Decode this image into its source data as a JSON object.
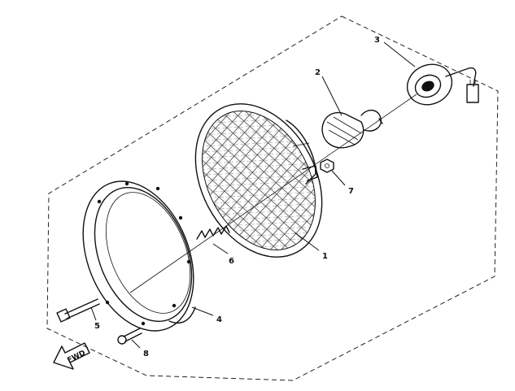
{
  "callouts": {
    "c1": "1",
    "c2": "2",
    "c3": "3",
    "c4": "4",
    "c5": "5",
    "c6": "6",
    "c7": "7",
    "c8": "8"
  },
  "direction_label": "FWD",
  "colors": {
    "ink": "#111111",
    "paper": "#ffffff"
  }
}
